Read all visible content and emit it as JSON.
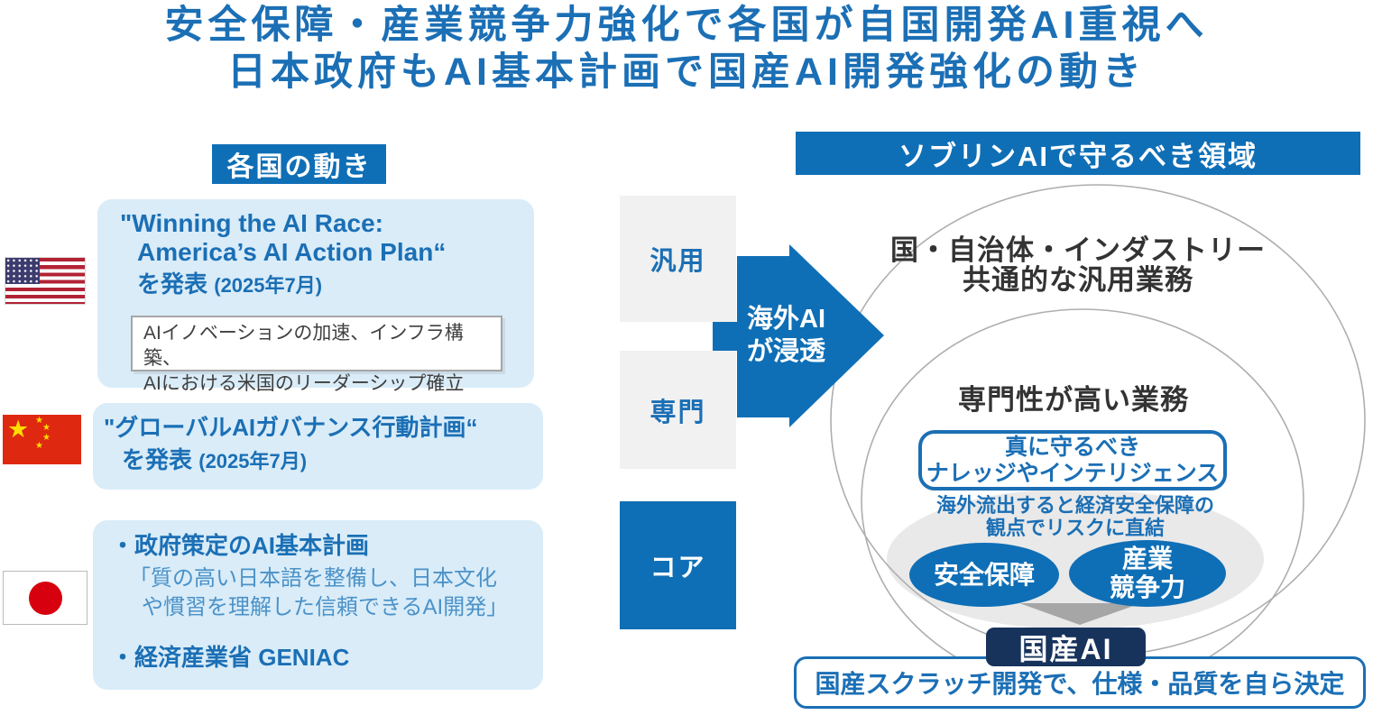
{
  "title": {
    "line1": "安全保障・産業競争力強化で各国が自国開発AI重視へ",
    "line2": "日本政府もAI基本計画で国産AI開発強化の動き"
  },
  "left": {
    "header": "各国の動き",
    "usa": {
      "icon": "usa-flag-icon",
      "title_line1": "\"Winning the AI Race:",
      "title_line2": "America’s AI Action Plan“",
      "publish_label": "を発表",
      "publish_date": "(2025年7月)",
      "note_line1": "AIイノベーションの加速、インフラ構築、",
      "note_line2": "AIにおける米国のリーダーシップ確立"
    },
    "china": {
      "icon": "china-flag-icon",
      "title_line1": "\"グローバルAIガバナンス行動計画“",
      "publish_label": "を発表",
      "publish_date": "(2025年7月)"
    },
    "japan": {
      "icon": "japan-flag-icon",
      "item1": "・政府策定のAI基本計画",
      "quote_line1": "「質の高い日本語を整備し、日本文化",
      "quote_line2": "や慣習を理解した信頼できるAI開発」",
      "item2": "・経済産業省 GENIAC"
    }
  },
  "middle": {
    "layer_generic": "汎用",
    "layer_specialized": "専門",
    "layer_core": "コア",
    "arrow_line1": "海外AI",
    "arrow_line2": "が浸透"
  },
  "right": {
    "header": "ソブリンAIで守るべき領域",
    "general_line1": "国・自治体・インダストリー",
    "general_line2": "共通的な汎用業務",
    "specialized_title": "専門性が高い業務",
    "knowledge_line1": "真に守るべき",
    "knowledge_line2": "ナレッジやインテリジェンス",
    "risk_line1": "海外流出すると経済安全保障の",
    "risk_line2": "観点でリスクに直結",
    "security": "安全保障",
    "industry_line1": "産業",
    "industry_line2": "競争力",
    "domestic_ai": "国産AI",
    "bottom_note": "国産スクラッチ開発で、仕様・品質を自ら決定"
  },
  "colors": {
    "accent_blue": "#0f6fb6",
    "text_blue": "#1b6fb5",
    "soft_text_blue": "#4b92c8",
    "navy": "#17335c",
    "light_blue_card": "#d9ecf8",
    "gray_layer_box": "#f1f1f1",
    "gray_ellipse_fill": "#e9e9e9",
    "ellipse_stroke": "#aeaeae",
    "triangle_gray": "#a6a6a6",
    "note_border_gray": "#a6a6a6",
    "dark_text": "#333333",
    "japan_flag_red": "#d7000f",
    "china_flag_red": "#de2910",
    "us_flag_red": "#b22234",
    "us_flag_blue": "#3c3b6e",
    "star_yellow": "#ffde00"
  }
}
